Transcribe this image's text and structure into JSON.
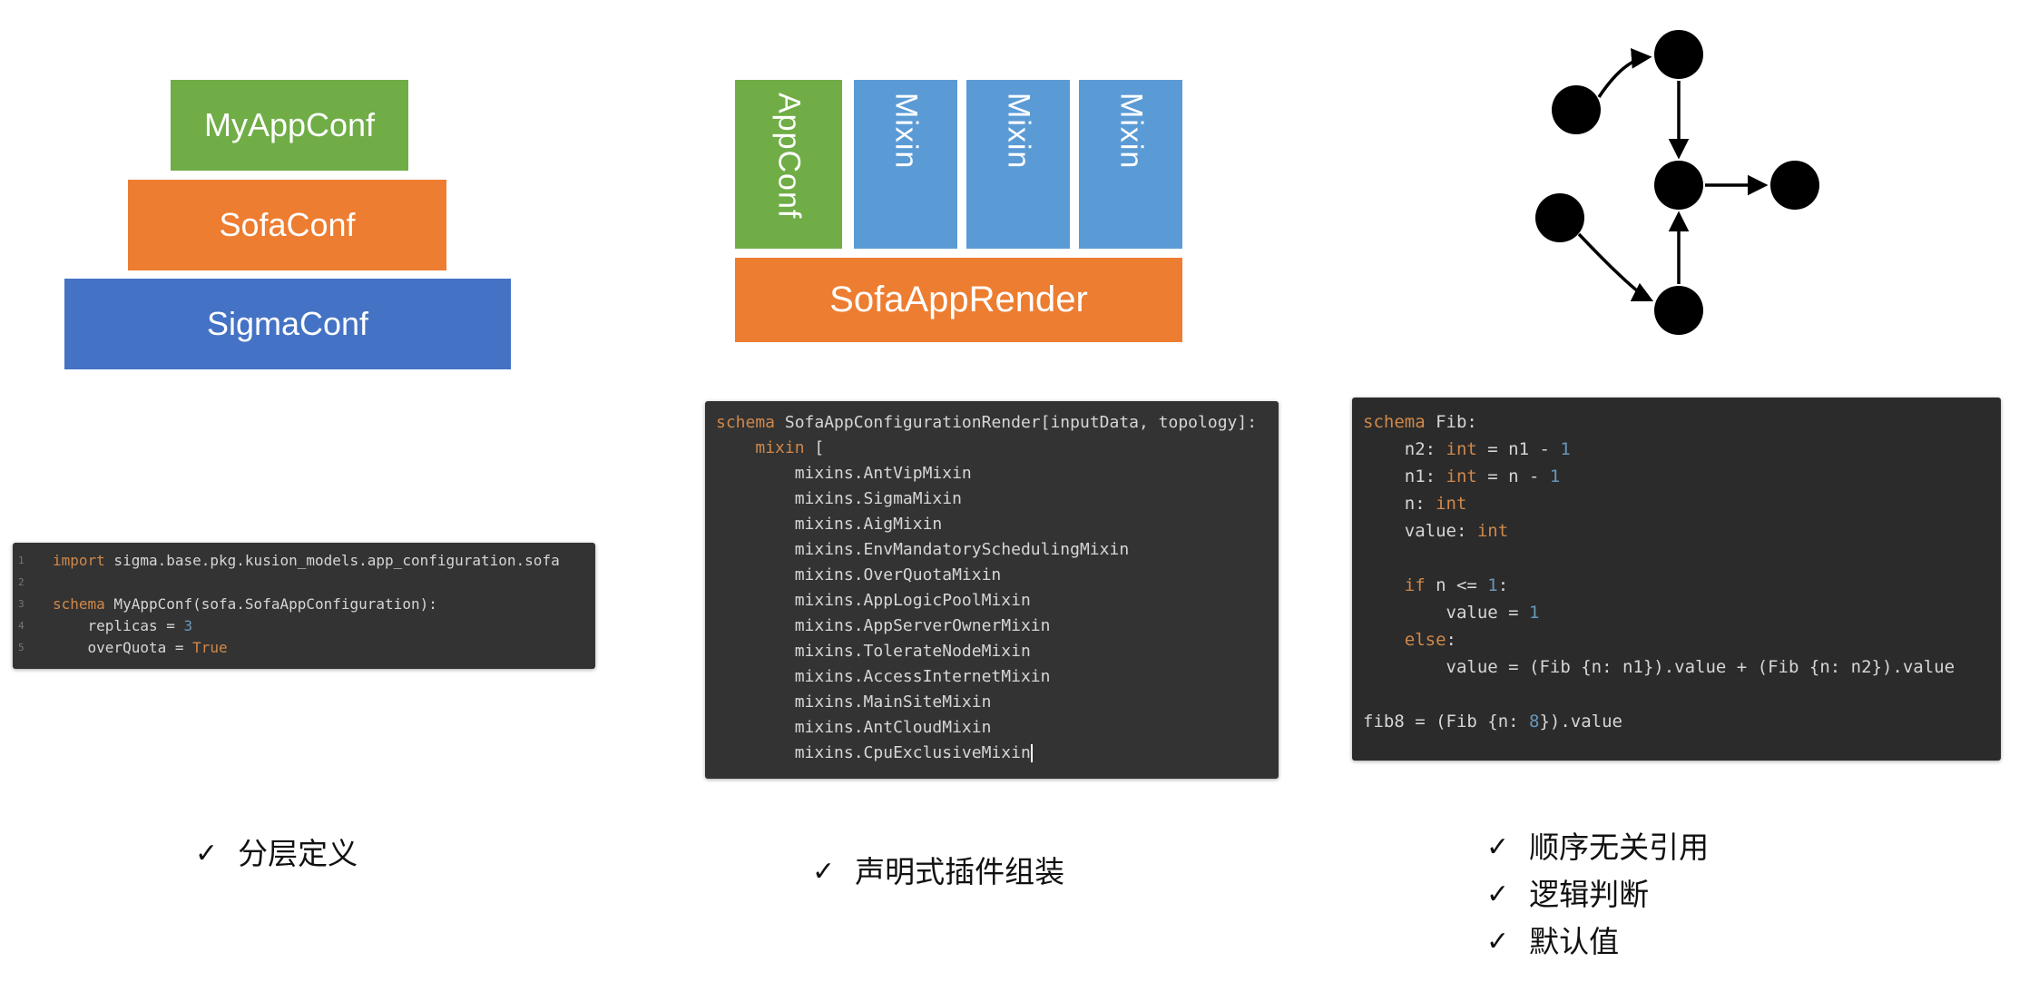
{
  "colors": {
    "green": "#70AD47",
    "orange": "#ED7D31",
    "blue_dark": "#4472C4",
    "blue_light": "#5B9BD5",
    "code_bg": "#333333",
    "code_bg_dark": "#2b2b2b",
    "keyword": "#d0884a",
    "number": "#6897bb",
    "code_text": "#d6d6d6"
  },
  "left": {
    "pyramid": [
      {
        "label": "MyAppConf"
      },
      {
        "label": "SofaConf"
      },
      {
        "label": "SigmaConf"
      }
    ],
    "code": {
      "line_numbers": [
        "1",
        "2",
        "3",
        "4",
        "5"
      ],
      "lines": [
        [
          {
            "t": "import",
            "c": "kw"
          },
          {
            "t": " sigma.base.pkg.kusion_models.app_configuration.sofa",
            "c": "plain"
          }
        ],
        [],
        [
          {
            "t": "schema",
            "c": "kw"
          },
          {
            "t": " MyAppConf(sofa.SofaAppConfiguration):",
            "c": "plain"
          }
        ],
        [
          {
            "t": "    replicas = ",
            "c": "plain"
          },
          {
            "t": "3",
            "c": "num"
          }
        ],
        [
          {
            "t": "    overQuota = ",
            "c": "plain"
          },
          {
            "t": "True",
            "c": "kw"
          }
        ]
      ]
    },
    "bullets": [
      {
        "check": "✓",
        "text": "分层定义"
      }
    ]
  },
  "middle": {
    "blocks": {
      "appconf": "AppConf",
      "mixins": [
        "Mixin",
        "Mixin",
        "Mixin"
      ],
      "render": "SofaAppRender"
    },
    "code": {
      "lines": [
        [
          {
            "t": "schema",
            "c": "kw"
          },
          {
            "t": " SofaAppConfigurationRender[inputData, topology]:",
            "c": "plain"
          }
        ],
        [
          {
            "t": "    ",
            "c": "plain"
          },
          {
            "t": "mixin",
            "c": "kw"
          },
          {
            "t": " [",
            "c": "plain"
          }
        ],
        [
          {
            "t": "        mixins.AntVipMixin",
            "c": "plain"
          }
        ],
        [
          {
            "t": "        mixins.SigmaMixin",
            "c": "plain"
          }
        ],
        [
          {
            "t": "        mixins.AigMixin",
            "c": "plain"
          }
        ],
        [
          {
            "t": "        mixins.EnvMandatorySchedulingMixin",
            "c": "plain"
          }
        ],
        [
          {
            "t": "        mixins.OverQuotaMixin",
            "c": "plain"
          }
        ],
        [
          {
            "t": "        mixins.AppLogicPoolMixin",
            "c": "plain"
          }
        ],
        [
          {
            "t": "        mixins.AppServerOwnerMixin",
            "c": "plain"
          }
        ],
        [
          {
            "t": "        mixins.TolerateNodeMixin",
            "c": "plain"
          }
        ],
        [
          {
            "t": "        mixins.AccessInternetMixin",
            "c": "plain"
          }
        ],
        [
          {
            "t": "        mixins.MainSiteMixin",
            "c": "plain"
          }
        ],
        [
          {
            "t": "        mixins.AntCloudMixin",
            "c": "plain"
          }
        ],
        [
          {
            "t": "        mixins.CpuExclusiveMixin",
            "c": "plain"
          },
          {
            "t": "",
            "c": "caret"
          }
        ]
      ]
    },
    "bullets": [
      {
        "check": "✓",
        "text": "声明式插件组装"
      }
    ]
  },
  "right": {
    "code": {
      "lines": [
        [
          {
            "t": "schema",
            "c": "kw"
          },
          {
            "t": " Fib:",
            "c": "plain"
          }
        ],
        [
          {
            "t": "    n2: ",
            "c": "plain"
          },
          {
            "t": "int",
            "c": "kw"
          },
          {
            "t": " = n1 - ",
            "c": "plain"
          },
          {
            "t": "1",
            "c": "num"
          }
        ],
        [
          {
            "t": "    n1: ",
            "c": "plain"
          },
          {
            "t": "int",
            "c": "kw"
          },
          {
            "t": " = n - ",
            "c": "plain"
          },
          {
            "t": "1",
            "c": "num"
          }
        ],
        [
          {
            "t": "    n: ",
            "c": "plain"
          },
          {
            "t": "int",
            "c": "kw"
          }
        ],
        [
          {
            "t": "    value: ",
            "c": "plain"
          },
          {
            "t": "int",
            "c": "kw"
          }
        ],
        [],
        [
          {
            "t": "    ",
            "c": "plain"
          },
          {
            "t": "if",
            "c": "kw"
          },
          {
            "t": " n <= ",
            "c": "plain"
          },
          {
            "t": "1",
            "c": "num"
          },
          {
            "t": ":",
            "c": "plain"
          }
        ],
        [
          {
            "t": "        value = ",
            "c": "plain"
          },
          {
            "t": "1",
            "c": "num"
          }
        ],
        [
          {
            "t": "    ",
            "c": "plain"
          },
          {
            "t": "else",
            "c": "kw"
          },
          {
            "t": ":",
            "c": "plain"
          }
        ],
        [
          {
            "t": "        value = (Fib {n: n1}).value + (Fib {n: n2}).value",
            "c": "plain"
          }
        ],
        [],
        [
          {
            "t": "fib8 = (Fib {n: ",
            "c": "plain"
          },
          {
            "t": "8",
            "c": "num"
          },
          {
            "t": "}).value",
            "c": "plain"
          }
        ]
      ]
    },
    "bullets": [
      {
        "check": "✓",
        "text": "顺序无关引用"
      },
      {
        "check": "✓",
        "text": "逻辑判断"
      },
      {
        "check": "✓",
        "text": "默认值"
      }
    ]
  }
}
